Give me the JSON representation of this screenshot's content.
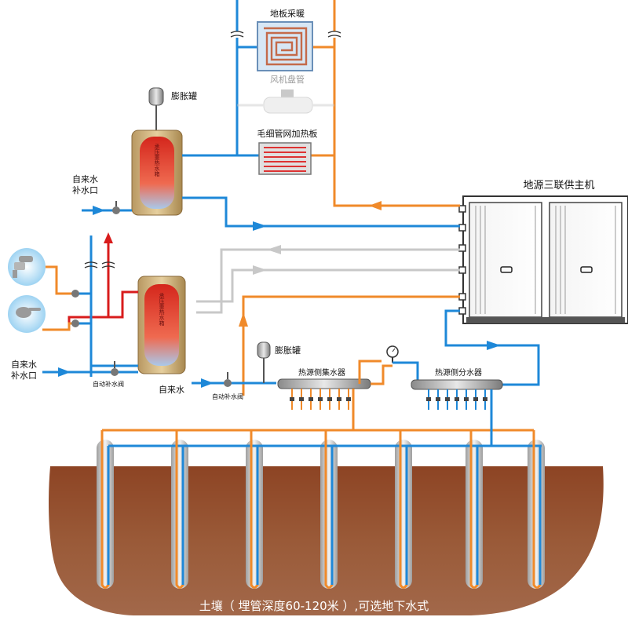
{
  "labels": {
    "floor_heating": "地板采暖",
    "fan_coil": "风机盘管",
    "capillary_panel": "毛细管网加热板",
    "expansion_tank_top": "膨胀罐",
    "expansion_tank_mid": "膨胀罐",
    "tap_water_top_line1": "自来水",
    "tap_water_top_line2": "补水口",
    "tap_water_left_line1": "自来水",
    "tap_water_left_line2": "补水口",
    "auto_valve_left": "自动补水阀",
    "auto_valve_mid": "自动补水阀",
    "tap_water_mid": "自来水",
    "collector": "热源侧集水器",
    "distributor": "热源侧分水器",
    "host_unit": "地源三联供主机",
    "soil_caption": "土壤（ 埋管深度60-120米 ）,可选地下水式",
    "tank_upper_text": "承压重热水箱",
    "tank_lower_text": "承压重热水箱"
  },
  "colors": {
    "hot_pipe": "#f08a2a",
    "cold_pipe": "#1e88d8",
    "gray_pipe": "#c8c8c8",
    "red_pipe": "#d81c1c",
    "soil": "#8a4222"
  },
  "icons": {
    "faucet": "faucet-icon",
    "shower": "shower-head-icon",
    "gauge": "pressure-gauge-icon"
  }
}
